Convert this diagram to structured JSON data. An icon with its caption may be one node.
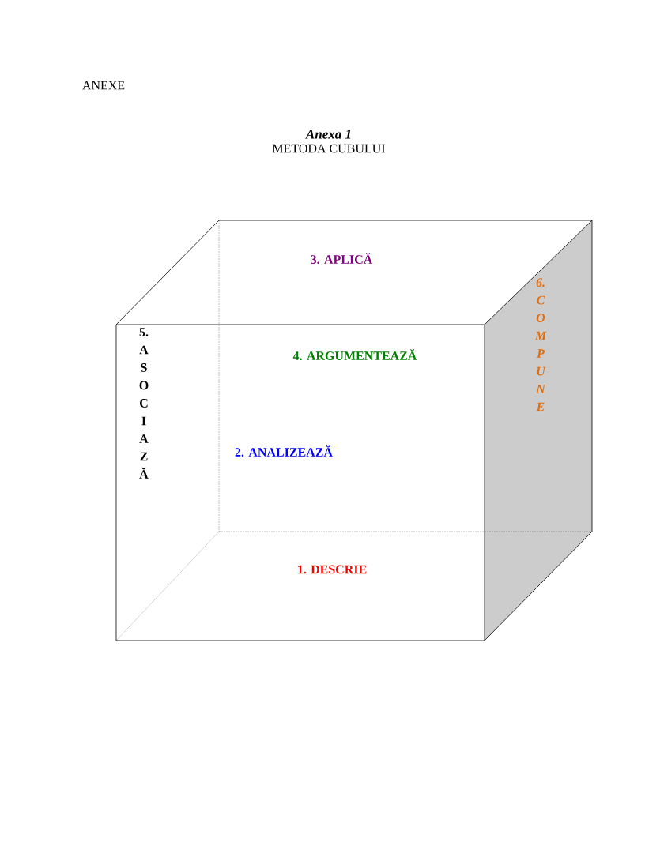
{
  "diagram": {
    "title": "Anexa 1",
    "labels": [
      "ANEXE",
      "METODA CUBULUI",
      "3. APLICĂ",
      "6. COMPUNE",
      "5. ASOCIAZĂ",
      "4. ARGUMENTEAZĂ",
      "2. ANALIZEAZĂ",
      "1. DESCRIE"
    ]
  }
}
